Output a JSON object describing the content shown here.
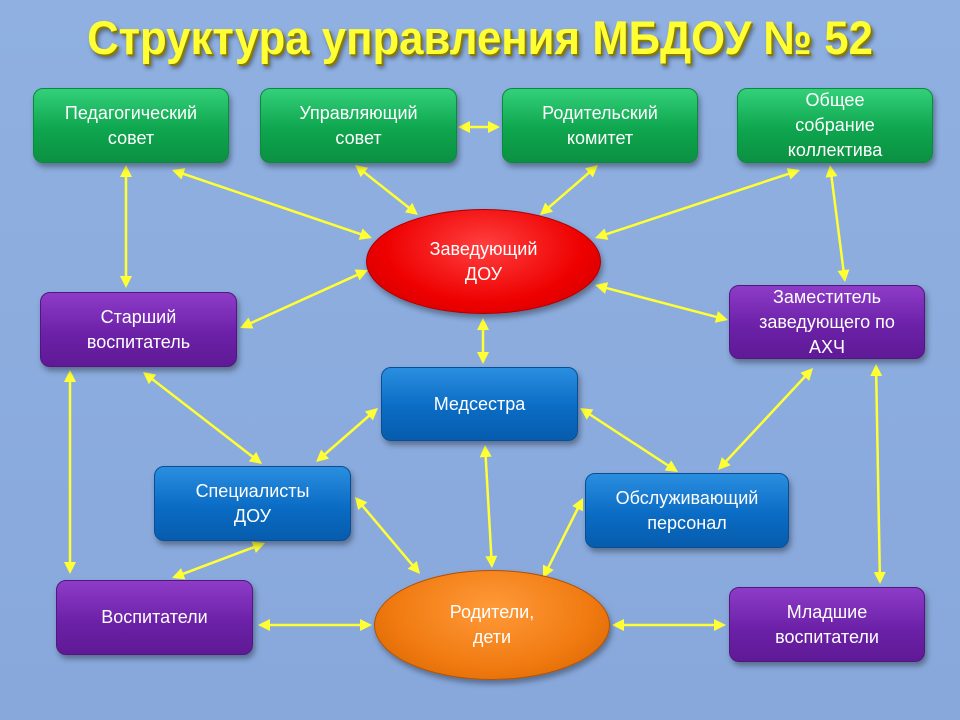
{
  "title": "Структура управления МБДОУ № 52",
  "nodes": {
    "ped": "Педагогический\nсовет",
    "upr": "Управляющий\nсовет",
    "rod": "Родительский\nкомитет",
    "obsh": "Общее\nсобрание\nколлектива",
    "zav": "Заведующий\nДОУ",
    "star": "Старший\nвоспитатель",
    "zam": "Заместитель\nзаведующего по\nАХЧ",
    "med": "Медсестра",
    "spec": "Специалисты\nДОУ",
    "obsl": "Обслуживающий\nперсонал",
    "vosp": "Воспитатели",
    "rodi": "Родители,\nдети",
    "mlad": "Младшие\nвоспитатели"
  },
  "colors": {
    "arrow": "#ffff33",
    "background": "#8fb0e0"
  }
}
